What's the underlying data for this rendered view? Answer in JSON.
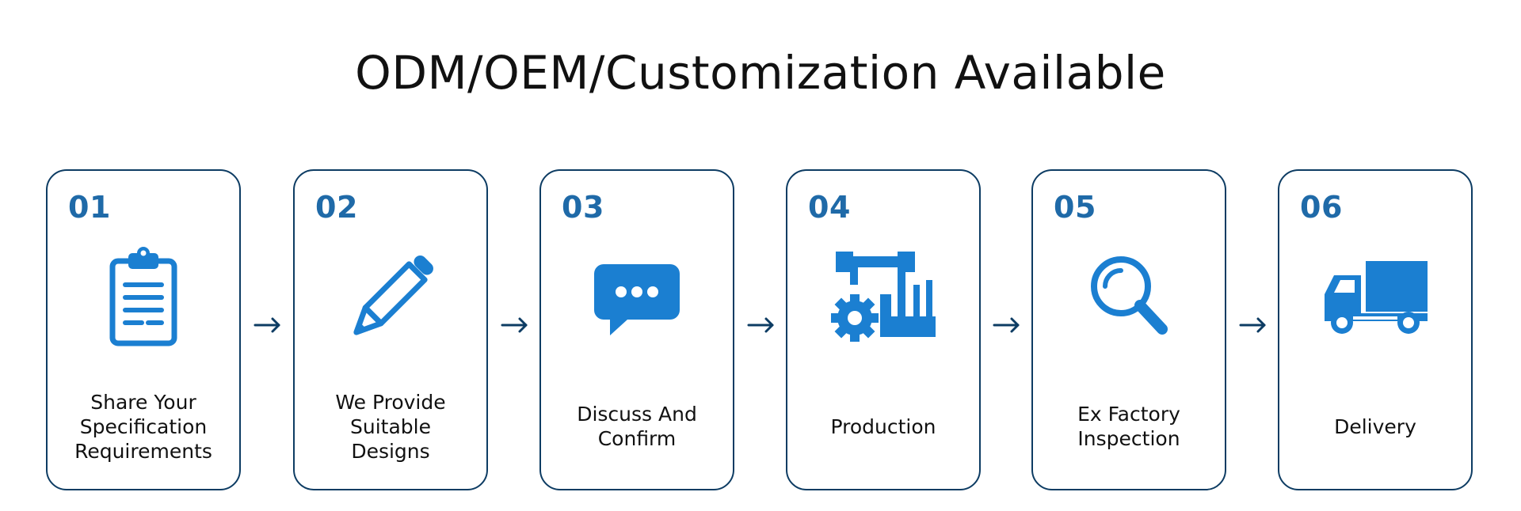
{
  "title": "ODM/OEM/Customization Available",
  "colors": {
    "border": "#0d3c63",
    "number": "#1f6aa8",
    "icon": "#1b7fd1",
    "arrow": "#0d3c63"
  },
  "steps": [
    {
      "number": "01",
      "label": "Share Your\nSpecification\nRequirements",
      "icon": "clipboard-icon"
    },
    {
      "number": "02",
      "label": "We Provide\nSuitable\nDesigns",
      "icon": "pencil-icon"
    },
    {
      "number": "03",
      "label": "Discuss And\nConfirm",
      "icon": "chat-bubble-icon"
    },
    {
      "number": "04",
      "label": "Production",
      "icon": "factory-gear-icon"
    },
    {
      "number": "05",
      "label": "Ex Factory\nInspection",
      "icon": "magnifier-icon"
    },
    {
      "number": "06",
      "label": "Delivery",
      "icon": "truck-icon"
    }
  ]
}
